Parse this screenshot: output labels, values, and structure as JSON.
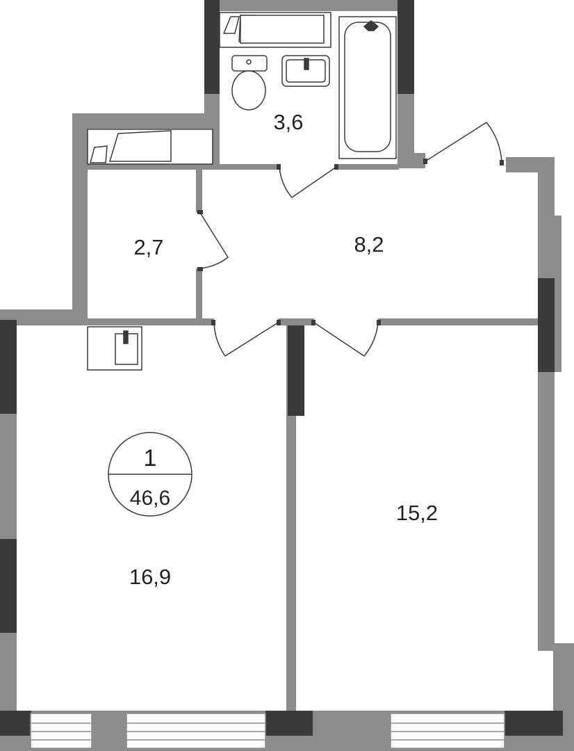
{
  "colors": {
    "wall": "#8c8c8c",
    "wall_dark": "#3a3a3a",
    "line": "#3a3a3a",
    "floor": "#ffffff",
    "text": "#222222"
  },
  "apartment": {
    "rooms_count": "1",
    "total_area": "46,6"
  },
  "rooms": {
    "bathroom": "3,6",
    "storage": "2,7",
    "hall": "8,2",
    "kitchen_living": "16,9",
    "bedroom": "15,2"
  }
}
